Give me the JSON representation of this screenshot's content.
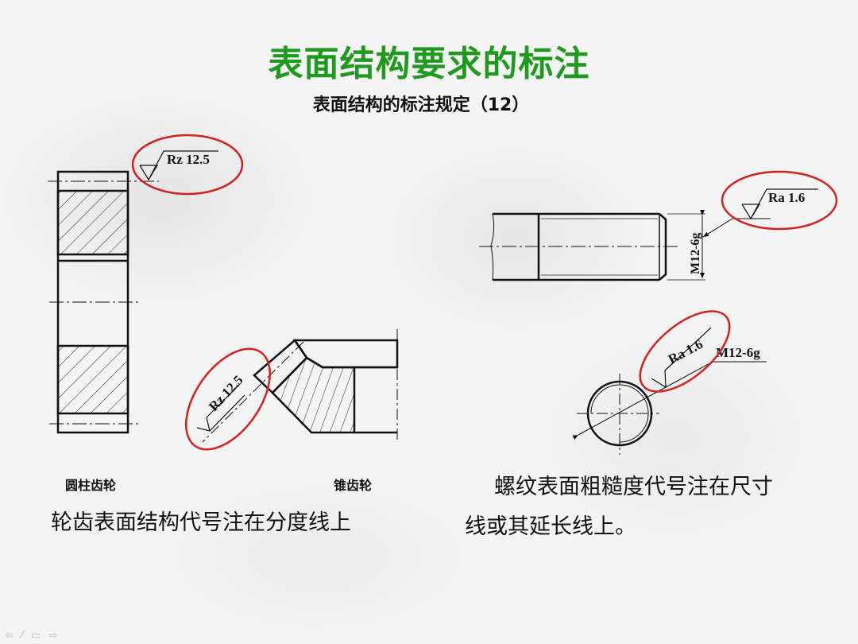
{
  "slide": {
    "title": "表面结构要求的标注",
    "subtitle": "表面结构的标注规定（12）",
    "title_color": "#1f9a1f",
    "highlight_color": "#d32020"
  },
  "left_panel": {
    "spur_gear": {
      "label": "圆柱齿轮",
      "roughness_symbol": "Rz 12.5"
    },
    "bevel_gear": {
      "label": "锥齿轮",
      "roughness_symbol": "Rz 12.5"
    },
    "caption": "轮齿表面结构代号注在分度线上"
  },
  "right_panel": {
    "thread_side_view": {
      "roughness_symbol": "Ra 1.6",
      "dimension": "M12-6g"
    },
    "thread_end_view": {
      "roughness_symbol": "Ra 1.6",
      "dimension": "M12-6g"
    },
    "caption_line1": "螺纹表面粗糙度代号注在尺寸",
    "caption_line2": "线或其延长线上。"
  },
  "nav": {
    "prev": "⇦",
    "pen": "⁄",
    "menu": "▭",
    "next": "⇨"
  }
}
